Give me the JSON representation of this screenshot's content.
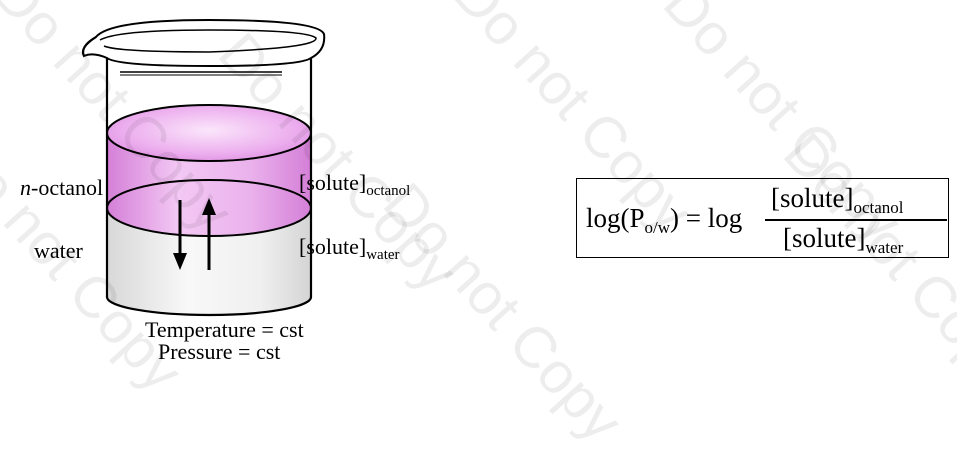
{
  "labels": {
    "octanol_prefix": "n",
    "octanol_suffix": "-octanol",
    "water": "water",
    "solute_octanol_main": "[solute]",
    "solute_octanol_sub": "octanol",
    "solute_water_main": "[solute]",
    "solute_water_sub": "water",
    "temperature": "Temperature = cst",
    "pressure": "Pressure = cst"
  },
  "equation": {
    "lhs_main": "log(P",
    "lhs_sub": "o/w",
    "lhs_rest": ") = log",
    "numerator_main": "[solute]",
    "numerator_sub": "octanol",
    "denominator_main": "[solute]",
    "denominator_sub": "water"
  },
  "watermark": {
    "text": "Do not Copy"
  },
  "colors": {
    "octanol_phase": "#e79be8",
    "octanol_top": "#f0c2f1",
    "water_phase": "#eeeeee"
  }
}
